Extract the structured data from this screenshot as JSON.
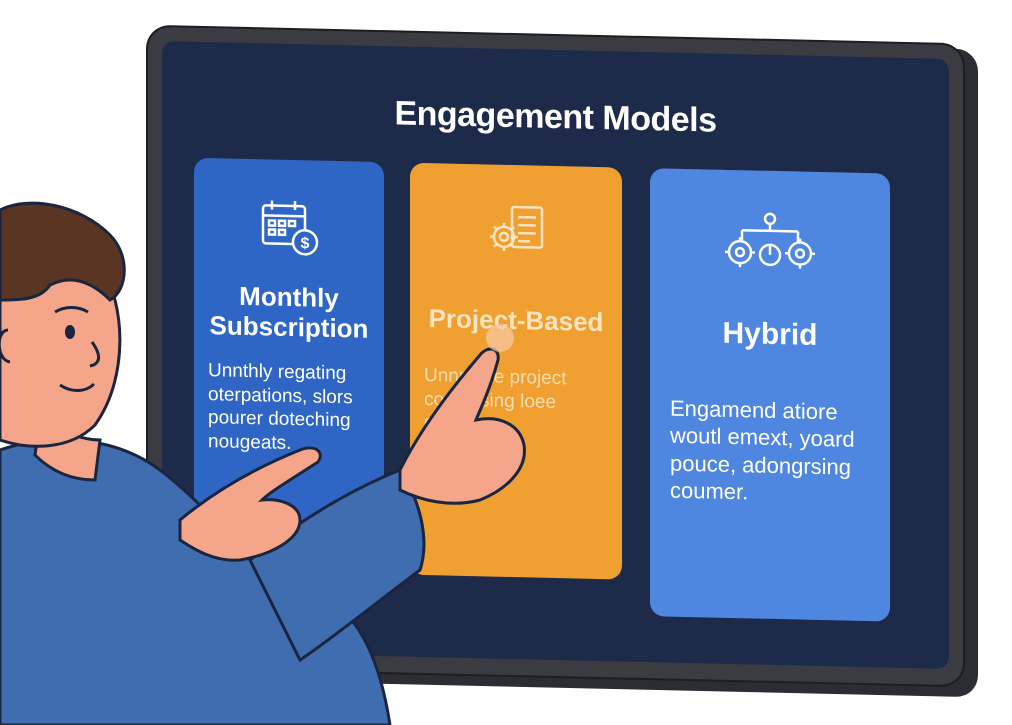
{
  "screen": {
    "title": "Engagement Models",
    "cards": [
      {
        "icon": "calendar-dollar-icon",
        "title": "Monthly Subscription",
        "text": "Unnthly regating oterpations, slors pourer doteching nougeats.",
        "color": "#2f66c5"
      },
      {
        "icon": "gears-checklist-icon",
        "title": "Project-Based",
        "text": "Unnrelice project conwtrsing loee gngelery",
        "color": "#f0a030"
      },
      {
        "icon": "gears-network-icon",
        "title": "Hybrid",
        "text": "Engamend atiore woutl emext, yoard pouce, adongrsing coumer.",
        "color": "#4f86df"
      }
    ]
  },
  "colors": {
    "screen_bg": "#1e2a4a",
    "bezel": "#3a3c42",
    "shirt": "#3f6db0",
    "skin": "#f4a58a",
    "hair": "#5a3524"
  }
}
